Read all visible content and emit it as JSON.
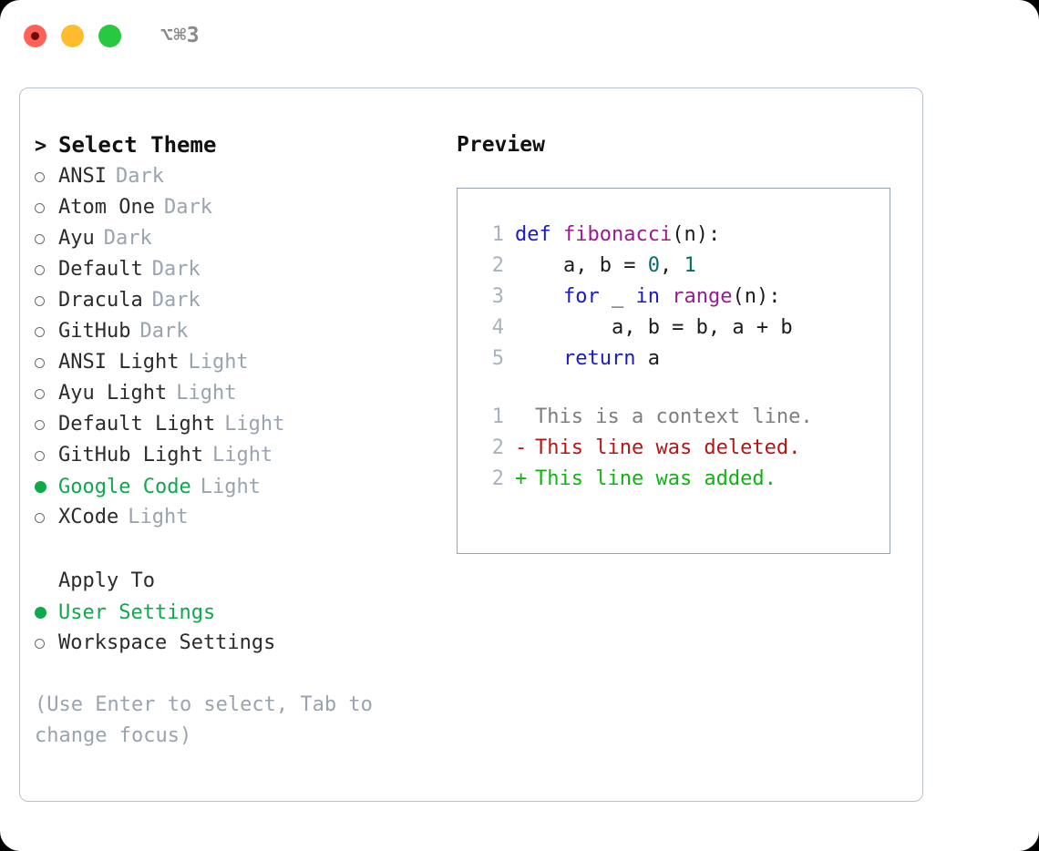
{
  "titlebar": {
    "shortcut": "⌥⌘3",
    "buttons": [
      "close",
      "minimize",
      "maximize"
    ]
  },
  "left": {
    "header_marker": ">",
    "header_title": "Select Theme",
    "themes": [
      {
        "name": "ANSI",
        "kind": "Dark",
        "selected": false
      },
      {
        "name": "Atom One",
        "kind": "Dark",
        "selected": false
      },
      {
        "name": "Ayu",
        "kind": "Dark",
        "selected": false
      },
      {
        "name": "Default",
        "kind": "Dark",
        "selected": false
      },
      {
        "name": "Dracula",
        "kind": "Dark",
        "selected": false
      },
      {
        "name": "GitHub",
        "kind": "Dark",
        "selected": false
      },
      {
        "name": "ANSI Light",
        "kind": "Light",
        "selected": false
      },
      {
        "name": "Ayu Light",
        "kind": "Light",
        "selected": false
      },
      {
        "name": "Default Light",
        "kind": "Light",
        "selected": false
      },
      {
        "name": "GitHub Light",
        "kind": "Light",
        "selected": false
      },
      {
        "name": "Google Code",
        "kind": "Light",
        "selected": true
      },
      {
        "name": "XCode",
        "kind": "Light",
        "selected": false
      }
    ],
    "apply_to_label": "Apply To",
    "apply_to_options": [
      {
        "name": "User Settings",
        "selected": true
      },
      {
        "name": "Workspace Settings",
        "selected": false
      }
    ],
    "hint": "(Use Enter to select, Tab to change focus)"
  },
  "right": {
    "preview_title": "Preview",
    "code_lines": [
      {
        "no": "1",
        "tokens": [
          {
            "t": "def ",
            "c": "kw"
          },
          {
            "t": "fibonacci",
            "c": "fn"
          },
          {
            "t": "(n):",
            "c": "pl"
          }
        ]
      },
      {
        "no": "2",
        "tokens": [
          {
            "t": "    a, b = ",
            "c": "pl"
          },
          {
            "t": "0",
            "c": "num"
          },
          {
            "t": ", ",
            "c": "pl"
          },
          {
            "t": "1",
            "c": "num"
          }
        ]
      },
      {
        "no": "3",
        "tokens": [
          {
            "t": "    ",
            "c": "pl"
          },
          {
            "t": "for",
            "c": "kw"
          },
          {
            "t": " _ ",
            "c": "pl"
          },
          {
            "t": "in",
            "c": "kw"
          },
          {
            "t": " ",
            "c": "pl"
          },
          {
            "t": "range",
            "c": "fn"
          },
          {
            "t": "(n):",
            "c": "pl"
          }
        ]
      },
      {
        "no": "4",
        "tokens": [
          {
            "t": "        a, b = b, a + b",
            "c": "pl"
          }
        ]
      },
      {
        "no": "5",
        "tokens": [
          {
            "t": "    ",
            "c": "pl"
          },
          {
            "t": "return",
            "c": "kw"
          },
          {
            "t": " a",
            "c": "pl"
          }
        ]
      }
    ],
    "diff_lines": [
      {
        "no": "1",
        "sign": " ",
        "text": "This is a context line.",
        "kind": "ctx"
      },
      {
        "no": "2",
        "sign": "-",
        "text": "This line was deleted.",
        "kind": "del"
      },
      {
        "no": "2",
        "sign": "+",
        "text": "This line was added.",
        "kind": "add"
      }
    ]
  },
  "colors": {
    "accent_green": "#0fa84a",
    "diff_add": "#0fb50f",
    "diff_del": "#b81414",
    "diff_ctx": "#7e7e7e",
    "muted": "#9aa3b0",
    "keyword": "#1a1ac7",
    "function": "#9b1a8f",
    "number": "#0b6b62",
    "panel_border": "#b9c2cc",
    "preview_border": "#97a3b2",
    "dot_red": "#ff6159",
    "dot_yellow": "#ffbd2e",
    "dot_green": "#28c840"
  }
}
